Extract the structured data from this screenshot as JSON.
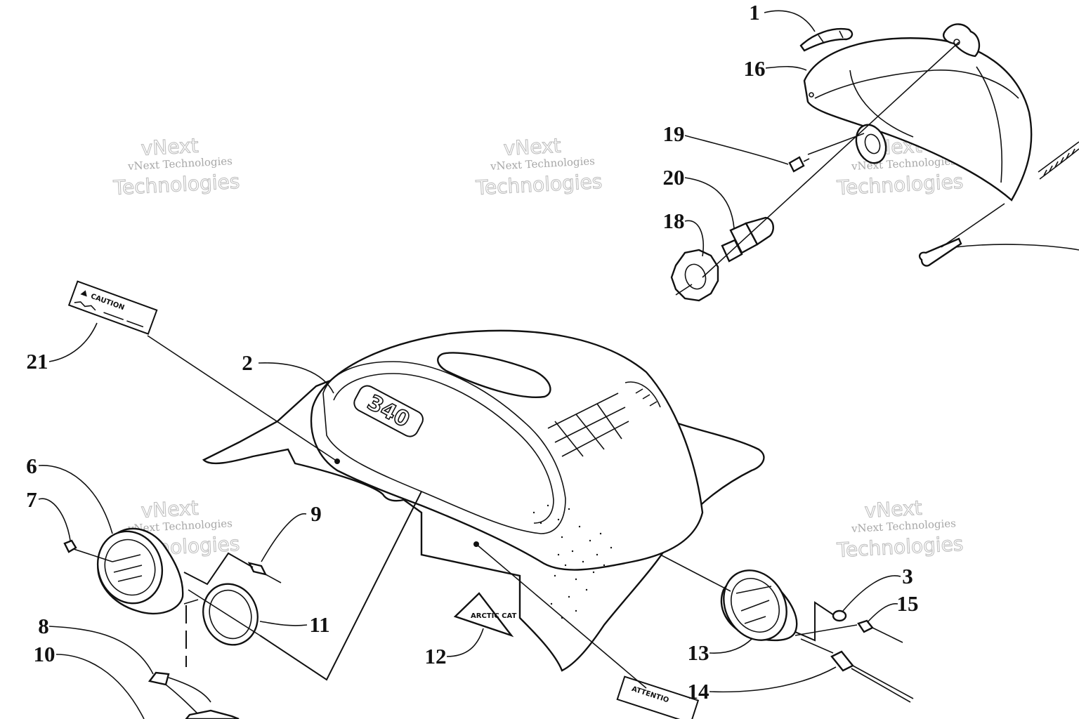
{
  "callouts": [
    {
      "id": "1",
      "label": "1"
    },
    {
      "id": "16",
      "label": "16"
    },
    {
      "id": "19",
      "label": "19"
    },
    {
      "id": "20",
      "label": "20"
    },
    {
      "id": "18",
      "label": "18"
    },
    {
      "id": "21",
      "label": "21"
    },
    {
      "id": "2",
      "label": "2"
    },
    {
      "id": "6",
      "label": "6"
    },
    {
      "id": "7",
      "label": "7"
    },
    {
      "id": "9",
      "label": "9"
    },
    {
      "id": "11",
      "label": "11"
    },
    {
      "id": "8",
      "label": "8"
    },
    {
      "id": "10",
      "label": "10"
    },
    {
      "id": "12",
      "label": "12"
    },
    {
      "id": "3",
      "label": "3"
    },
    {
      "id": "15",
      "label": "15"
    },
    {
      "id": "13",
      "label": "13"
    },
    {
      "id": "14",
      "label": "14"
    }
  ],
  "decals": {
    "caution": "CAUTION",
    "attention": "ATTENTIO",
    "model_badge": "340",
    "logo": "ARCTIC CAT"
  },
  "watermark": {
    "line1": "vNext Technologies",
    "line2": "vNext",
    "line3": "Technologies"
  },
  "colors": {
    "ink": "#111111",
    "paper": "#ffffff",
    "watermark": "#b5b5b5"
  }
}
